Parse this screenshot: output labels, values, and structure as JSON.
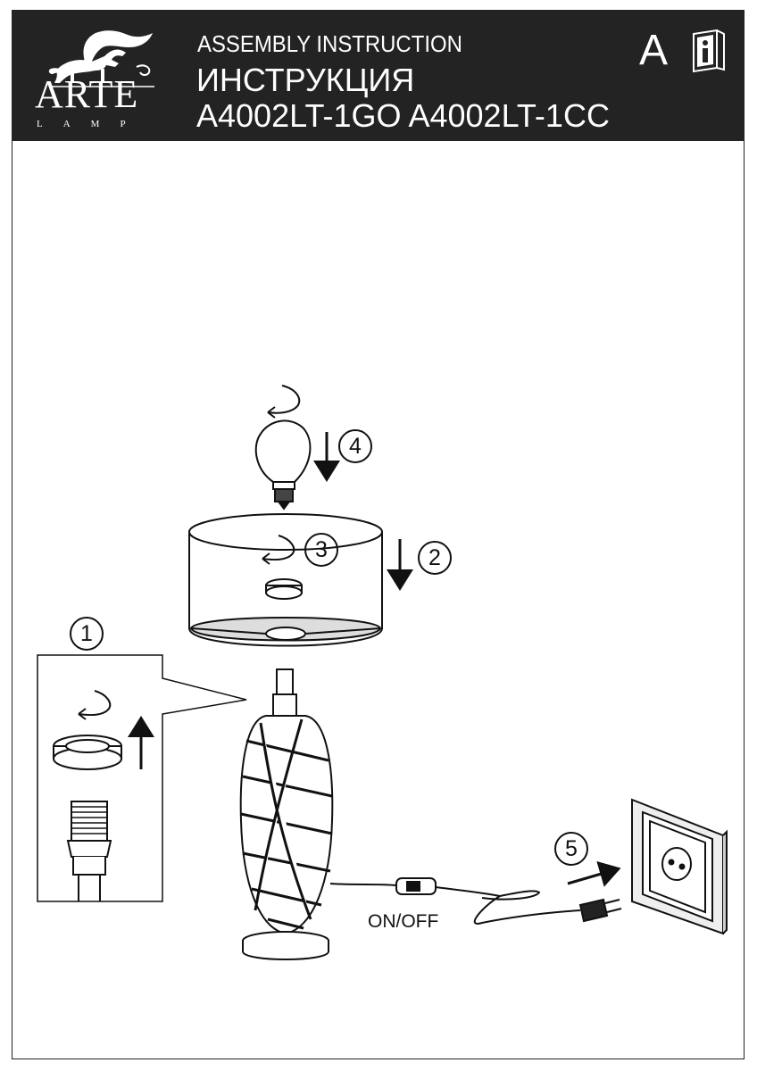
{
  "header": {
    "title_en": "ASSEMBLY  INSTRUCTION",
    "title_ru": "ИНСТРУКЦИЯ",
    "models": "A4002LT-1GO   A4002LT-1CC",
    "language_letter": "A",
    "info_icon": "manual-info-icon",
    "background": "#232323"
  },
  "logo": {
    "word": "ARTE",
    "sub": "LAMP",
    "emblem": "griffin-icon"
  },
  "steps": {
    "s1": "1",
    "s2": "2",
    "s3": "3",
    "s4": "4",
    "s5": "5"
  },
  "switch_label": "ON/OFF"
}
